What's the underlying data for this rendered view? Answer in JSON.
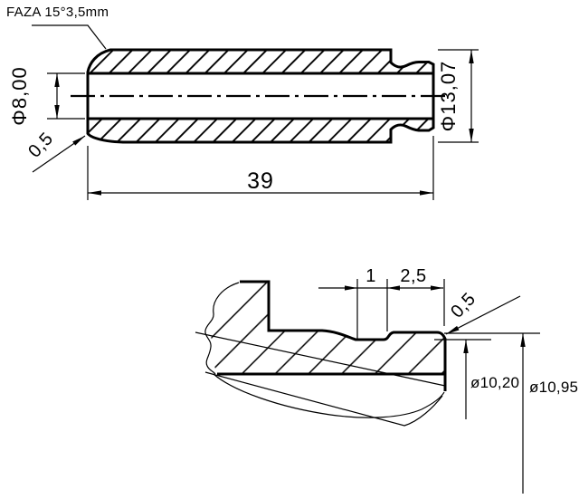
{
  "drawing": {
    "background_color": "#ffffff",
    "ink_color": "#000000",
    "chamfer_note": "FAZA 15°3,5mm",
    "main_view": {
      "bore_diameter_label": "Φ8,00",
      "outer_diameter_label": "Φ13,07",
      "length_label": "39",
      "edge_radius_label": "0,5"
    },
    "detail_view": {
      "land_offset_label": "1",
      "land_width_label": "2,5",
      "end_chamfer_label": "0,5",
      "groove_diameter_label": "ø10,20",
      "end_diameter_label": "ø10,95"
    }
  }
}
